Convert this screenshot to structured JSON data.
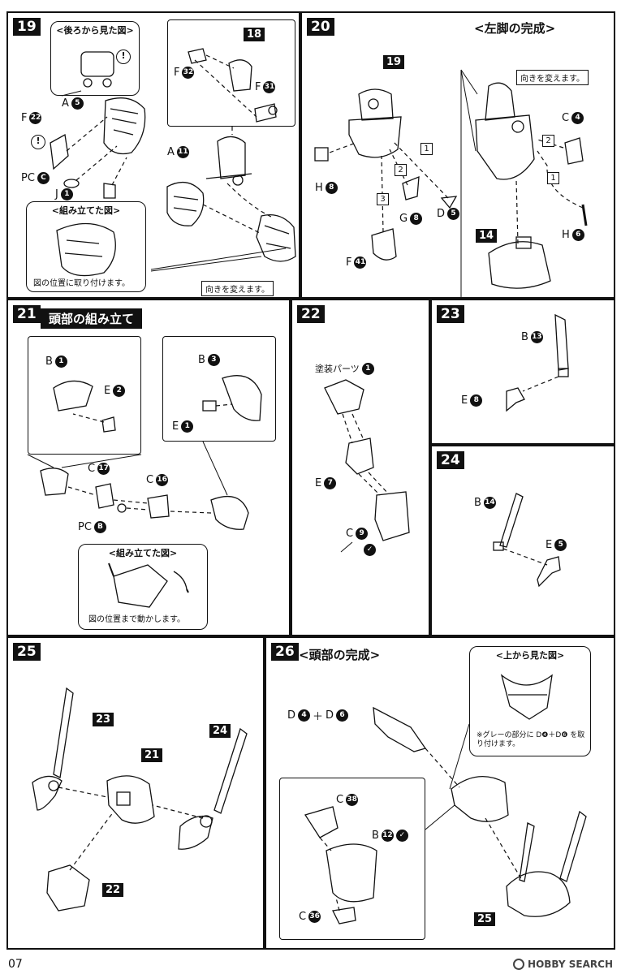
{
  "page_number": "07",
  "watermark": "HOBBY SEARCH",
  "step19": {
    "num": "19",
    "back_view_title": "<後ろから見た図>",
    "assembled_title": "<組み立てた図>",
    "assembled_caption": "図の位置に取り付けます。",
    "rotate_caption": "向きを変えます。",
    "labels": {
      "a5": "A",
      "a5n": "5",
      "f22": "F",
      "f22n": "22",
      "pcc": "PC",
      "pccn": "C",
      "j1": "J",
      "j1n": "1",
      "a11": "A",
      "a11n": "11",
      "f32": "F",
      "f32n": "32",
      "f31": "F",
      "f31n": "31",
      "p18": "18"
    }
  },
  "step20": {
    "num": "20",
    "title": "<左脚の完成>",
    "rotate_caption": "向きを変えます。",
    "labels": {
      "p19": "19",
      "h8": "H",
      "h8n": "8",
      "g8": "G",
      "g8n": "8",
      "d5": "D",
      "d5n": "5",
      "f41": "F",
      "f41n": "41",
      "c4": "C",
      "c4n": "4",
      "h6": "H",
      "h6n": "6",
      "p14": "14",
      "s1": "1",
      "s2": "2",
      "s3": "3",
      "s2b": "2",
      "s1b": "1"
    }
  },
  "step21": {
    "num": "21",
    "title": "頭部の組み立て",
    "assembled_title": "<組み立てた図>",
    "assembled_caption": "図の位置まで動かします。",
    "labels": {
      "b1": "B",
      "b1n": "1",
      "e2": "E",
      "e2n": "2",
      "b3": "B",
      "b3n": "3",
      "e1": "E",
      "e1n": "1",
      "c17": "C",
      "c17n": "17",
      "c16": "C",
      "c16n": "16",
      "pcb": "PC",
      "pcbn": "B"
    }
  },
  "step22": {
    "num": "22",
    "labels": {
      "painted": "塗装パーツ",
      "painted_n": "1",
      "e7": "E",
      "e7n": "7",
      "c9": "C",
      "c9n": "9"
    }
  },
  "step23": {
    "num": "23",
    "labels": {
      "b13": "B",
      "b13n": "13",
      "e8": "E",
      "e8n": "8"
    }
  },
  "step24": {
    "num": "24",
    "labels": {
      "b14": "B",
      "b14n": "14",
      "e5": "E",
      "e5n": "5"
    }
  },
  "step25": {
    "num": "25",
    "labels": {
      "p23": "23",
      "p21": "21",
      "p24": "24",
      "p22": "22"
    }
  },
  "step26": {
    "num": "26",
    "title": "<頭部の完成>",
    "top_view_title": "<上から見た図>",
    "top_view_note": "※グレーの部分に D❹＋D❻ を取り付けます。",
    "labels": {
      "d4": "D",
      "d4n": "4",
      "plus": "＋",
      "d6": "D",
      "d6n": "6",
      "c38": "C",
      "c38n": "38",
      "b12": "B",
      "b12n": "12",
      "c36": "C",
      "c36n": "36",
      "p25": "25"
    }
  },
  "colors": {
    "ink": "#111111",
    "paper": "#ffffff"
  }
}
